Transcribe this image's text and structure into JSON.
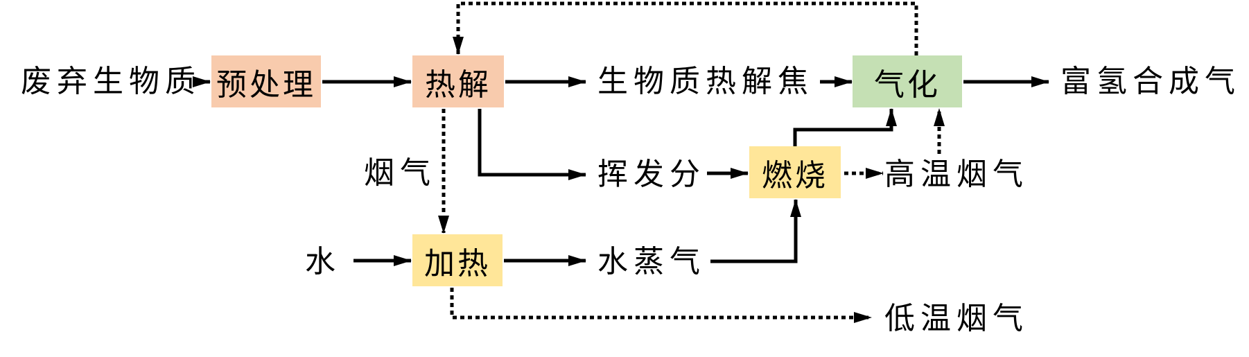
{
  "colors": {
    "pretreat_box": "#F8CBAD",
    "pyrolysis_box": "#F8CBAD",
    "gasification_box": "#C5E0B4",
    "combustion_box": "#FFE699",
    "heating_box": "#FFE699",
    "line": "#000000"
  },
  "nodes": {
    "waste_biomass": "废弃生物质",
    "pretreatment": "预处理",
    "pyrolysis": "热解",
    "biochar": "生物质热解焦",
    "gasification": "气化",
    "syngas": "富氢合成气",
    "flue_gas": "烟气",
    "volatiles": "挥发分",
    "combustion": "燃烧",
    "high_temp_flue_gas": "高温烟气",
    "water": "水",
    "heating": "加热",
    "steam": "水蒸气",
    "low_temp_flue_gas": "低温烟气"
  },
  "edges": [
    {
      "from": "废弃生物质",
      "to": "预处理",
      "style": "solid"
    },
    {
      "from": "预处理",
      "to": "热解",
      "style": "solid"
    },
    {
      "from": "热解",
      "to": "生物质热解焦",
      "style": "solid"
    },
    {
      "from": "生物质热解焦",
      "to": "气化",
      "style": "solid"
    },
    {
      "from": "气化",
      "to": "富氢合成气",
      "style": "solid"
    },
    {
      "from": "气化",
      "to": "热解",
      "style": "dotted"
    },
    {
      "from": "热解",
      "to": "挥发分",
      "style": "solid"
    },
    {
      "from": "挥发分",
      "to": "燃烧",
      "style": "solid"
    },
    {
      "from": "燃烧",
      "to": "气化",
      "style": "solid"
    },
    {
      "from": "燃烧",
      "to": "高温烟气",
      "style": "dotted"
    },
    {
      "from": "高温烟气",
      "to": "气化",
      "style": "dotted"
    },
    {
      "from": "热解",
      "to": "加热",
      "style": "dotted",
      "label": "烟气"
    },
    {
      "from": "水",
      "to": "加热",
      "style": "solid"
    },
    {
      "from": "加热",
      "to": "水蒸气",
      "style": "solid"
    },
    {
      "from": "水蒸气",
      "to": "燃烧",
      "style": "solid"
    },
    {
      "from": "加热",
      "to": "低温烟气",
      "style": "dotted"
    }
  ]
}
